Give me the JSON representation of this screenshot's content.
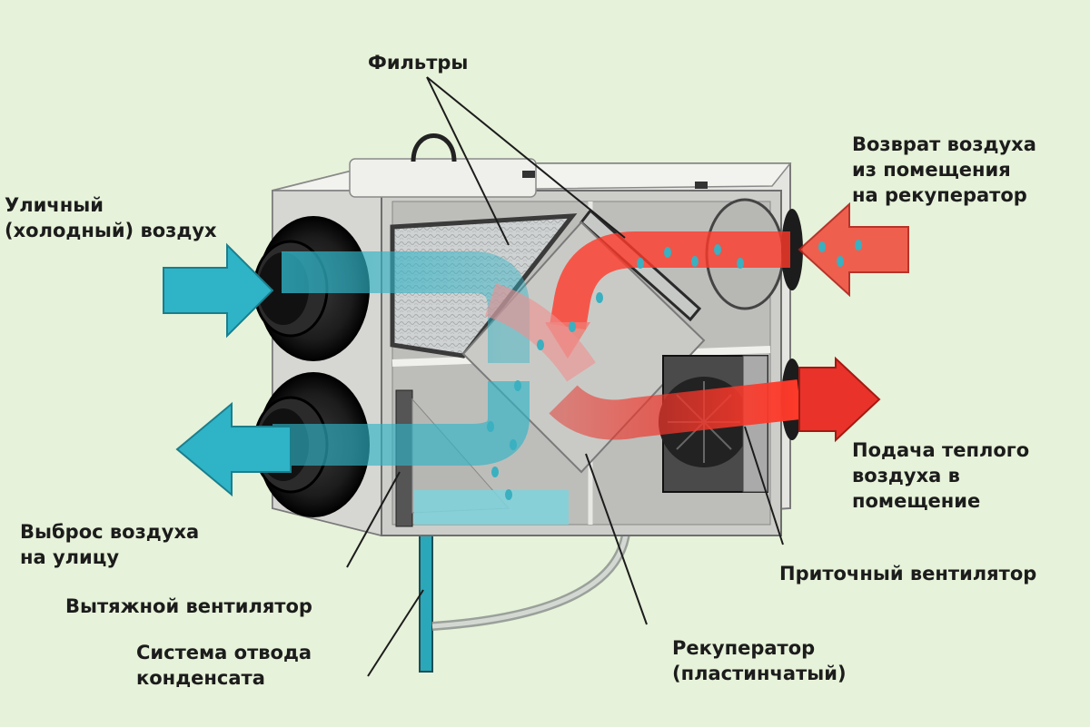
{
  "labels": {
    "filters": [
      "Фильтры"
    ],
    "street_air": [
      "Уличный",
      "(холодный) воздух"
    ],
    "return_air": [
      "Возврат воздуха",
      "из помещения",
      "на рекуператор"
    ],
    "exhaust_out": [
      "Выброс воздуха",
      "на улицу"
    ],
    "exhaust_fan": [
      "Вытяжной вентилятор"
    ],
    "condensate": [
      "Система отвода",
      "конденсата"
    ],
    "warm_supply": [
      "Подача теплого",
      "воздуха в",
      "помещение"
    ],
    "supply_fan": [
      "Приточный вентилятор"
    ],
    "recuperator": [
      "Рекуператор",
      "(пластинчатый)"
    ]
  },
  "colors": {
    "background": "#e6f2d9",
    "cold_air": "#2fb3c6",
    "warm_air": "#e8322a",
    "housing": "#e9e9e6",
    "duct": "#1e1e1e"
  }
}
